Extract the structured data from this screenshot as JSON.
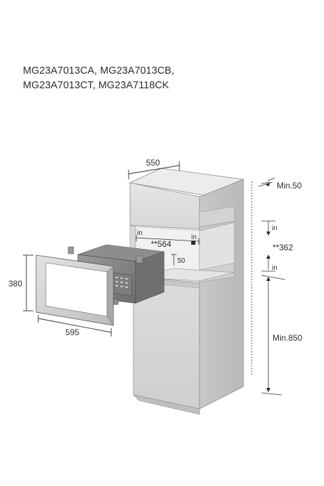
{
  "models": {
    "line1": "MG23A7013CA, MG23A7013CB,",
    "line2": "MG23A7013CT, MG23A7118CK"
  },
  "dimensions": {
    "depth": "550",
    "min_top": "Min.50",
    "inner_width": "**564",
    "in_left": "in",
    "in_right": "in",
    "rear_gap": "50",
    "in_upper": "in",
    "height_niche": "**362",
    "in_lower": "in",
    "frame_height": "380",
    "frame_width": "595",
    "min_floor": "Min.850"
  }
}
